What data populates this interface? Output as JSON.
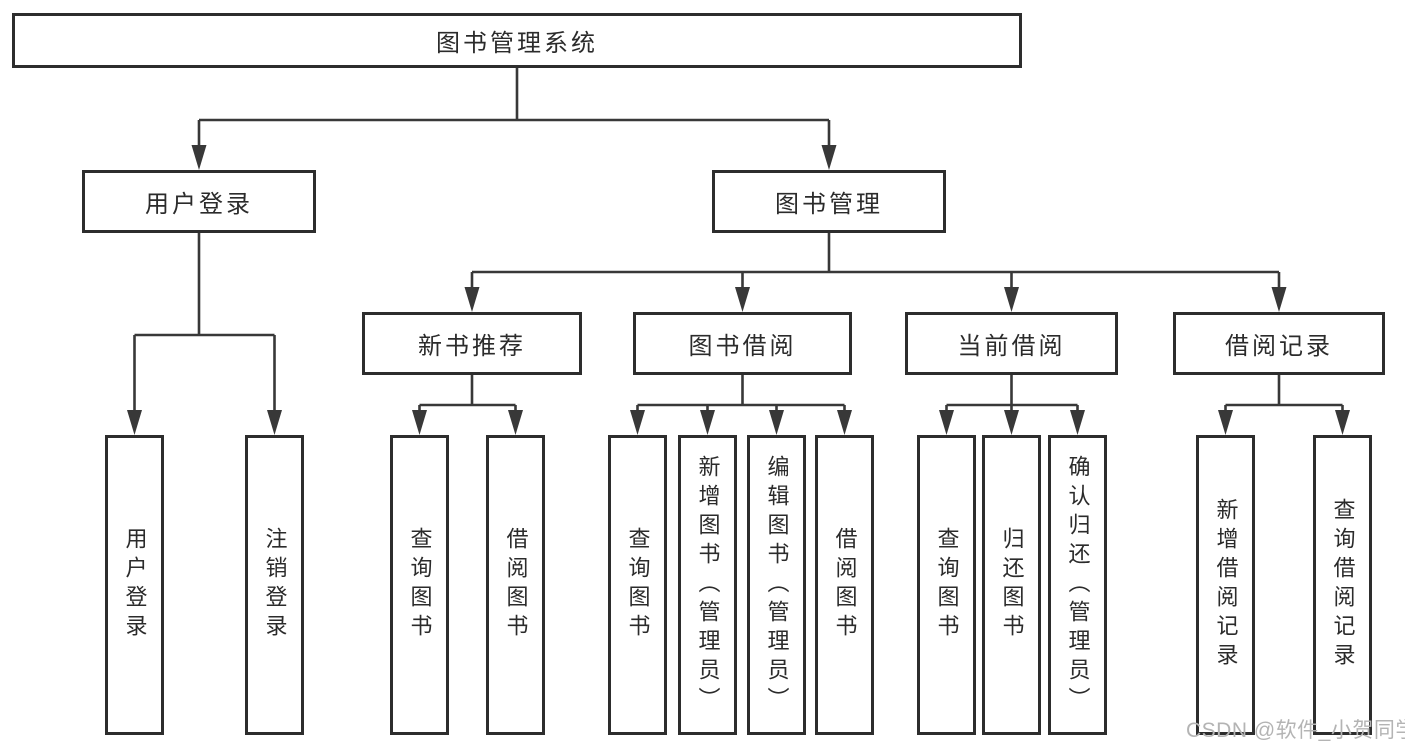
{
  "colors": {
    "line": "#383838",
    "box_border": "#2d2d2d",
    "box_fill": "#ffffff",
    "text": "#2b2b2b",
    "watermark_text": "#b4b4b4"
  },
  "diagram": {
    "root": {
      "label": "图书管理系统"
    },
    "branches": [
      {
        "label": "用户登录",
        "children": [
          {
            "label": "用户登录"
          },
          {
            "label": "注销登录"
          }
        ]
      },
      {
        "label": "图书管理",
        "sections": [
          {
            "label": "新书推荐",
            "children": [
              {
                "label": "查询图书"
              },
              {
                "label": "借阅图书"
              }
            ]
          },
          {
            "label": "图书借阅",
            "children": [
              {
                "label": "查询图书"
              },
              {
                "label": "新增图书（管理员）"
              },
              {
                "label": "编辑图书（管理员）"
              },
              {
                "label": "借阅图书"
              }
            ]
          },
          {
            "label": "当前借阅",
            "children": [
              {
                "label": "查询图书"
              },
              {
                "label": "归还图书"
              },
              {
                "label": "确认归还（管理员）"
              }
            ]
          },
          {
            "label": "借阅记录",
            "children": [
              {
                "label": "新增借阅记录"
              },
              {
                "label": "查询借阅记录"
              }
            ]
          }
        ]
      }
    ]
  },
  "watermark": {
    "text": "CSDN @软件_小贺同学"
  }
}
